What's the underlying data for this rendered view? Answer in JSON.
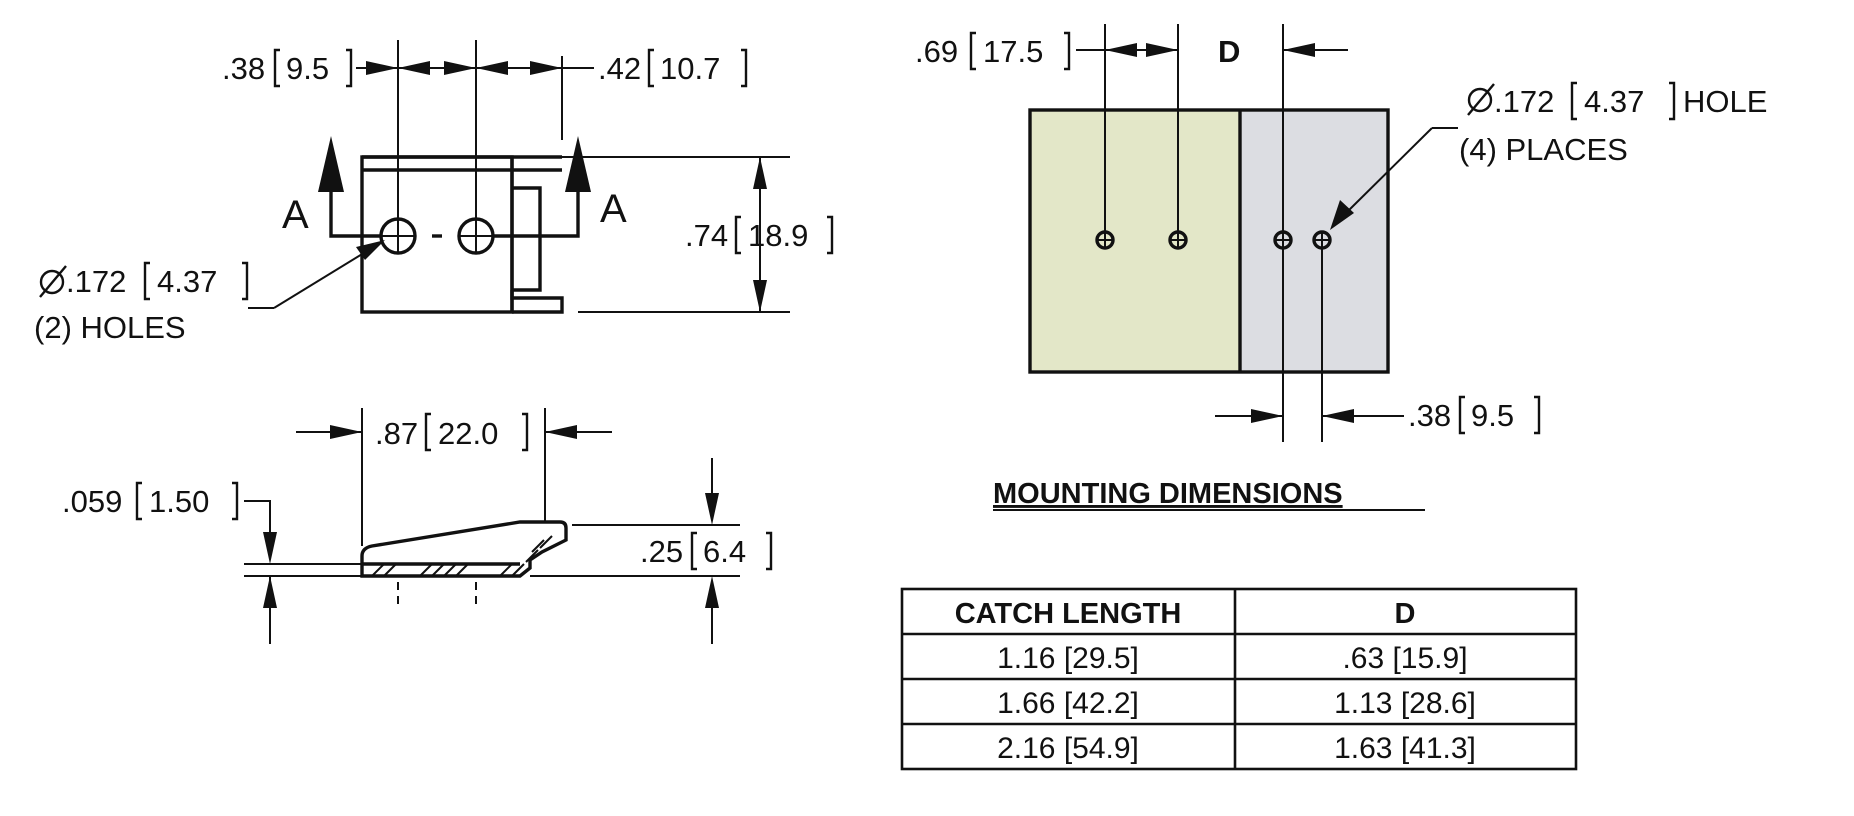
{
  "colors": {
    "plate_left": "#e3e7c8",
    "plate_right": "#dcdde2",
    "ink": "#111111"
  },
  "top_view": {
    "dim_left": ".38",
    "dim_left_mm": "9.5",
    "dim_right": ".42",
    "dim_right_mm": "10.7",
    "height_in": ".74",
    "height_mm": "18.9",
    "section_label_left": "A",
    "section_label_right": "A",
    "hole_callout": ".172",
    "hole_callout_mm": "4.37",
    "hole_note": "(2) HOLES"
  },
  "side_view": {
    "length_in": ".87",
    "length_mm": "22.0",
    "thickness_in": ".059",
    "thickness_mm": "1.50",
    "height_in": ".25",
    "height_mm": "6.4"
  },
  "mounting": {
    "dim_top_in": ".69",
    "dim_top_mm": "17.5",
    "dim_d_label": "D",
    "hole_callout": ".172",
    "hole_callout_mm": "4.37",
    "hole_word": "HOLE",
    "hole_note": "(4) PLACES",
    "dim_bottom_in": ".38",
    "dim_bottom_mm": "9.5",
    "title": "MOUNTING DIMENSIONS"
  },
  "table": {
    "headers": [
      "CATCH LENGTH",
      "D"
    ],
    "rows": [
      [
        "1.16 [29.5]",
        ".63 [15.9]"
      ],
      [
        "1.66 [42.2]",
        "1.13 [28.6]"
      ],
      [
        "2.16 [54.9]",
        "1.63 [41.3]"
      ]
    ]
  }
}
